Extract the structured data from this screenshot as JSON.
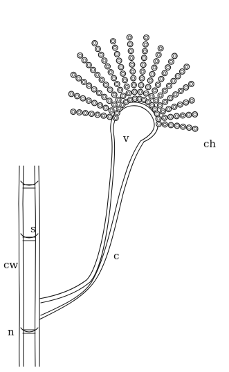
{
  "figure": {
    "labels": {
      "ch": "ch",
      "v": "v",
      "s": "s",
      "cw": "cw",
      "c": "c",
      "n": "n"
    },
    "chains": [
      {
        "n": 8
      },
      {
        "n": 9
      },
      {
        "n": 10
      },
      {
        "n": 11
      },
      {
        "n": 11
      },
      {
        "n": 10
      },
      {
        "n": 10
      },
      {
        "n": 10
      },
      {
        "n": 9
      },
      {
        "n": 9
      },
      {
        "n": 9
      },
      {
        "n": 8
      },
      {
        "n": 7
      },
      {
        "n": 7
      },
      {
        "n": 7
      }
    ]
  }
}
